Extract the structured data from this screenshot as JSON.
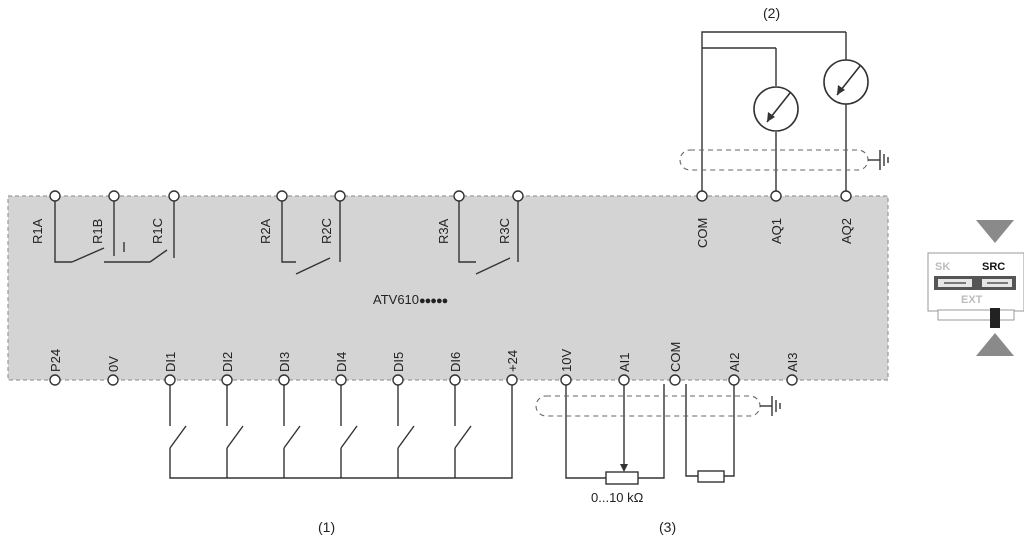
{
  "top_terminals": [
    "R1A",
    "R1B",
    "R1C",
    "R2A",
    "R2C",
    "R3A",
    "R3C",
    "COM",
    "AQ1",
    "AQ2"
  ],
  "bottom_terminals": [
    "P24",
    "0V",
    "DI1",
    "DI2",
    "DI3",
    "DI4",
    "DI5",
    "DI6",
    "+24",
    "10V",
    "AI1",
    "COM",
    "AI2",
    "AI3"
  ],
  "device_model": "ATV610",
  "device_suffix": "●●●●●",
  "notes": {
    "n1": "(1)",
    "n2": "(2)",
    "n3": "(3)"
  },
  "potentiometer_label": "0...10 kΩ",
  "switch_block": {
    "sk_label": "SK",
    "src_label": "SRC",
    "ext_label": "EXT",
    "selected": "SRC"
  },
  "colors": {
    "panel_fill": "#d4d4d4",
    "panel_border": "#9a9a9a",
    "line": "#333333"
  }
}
